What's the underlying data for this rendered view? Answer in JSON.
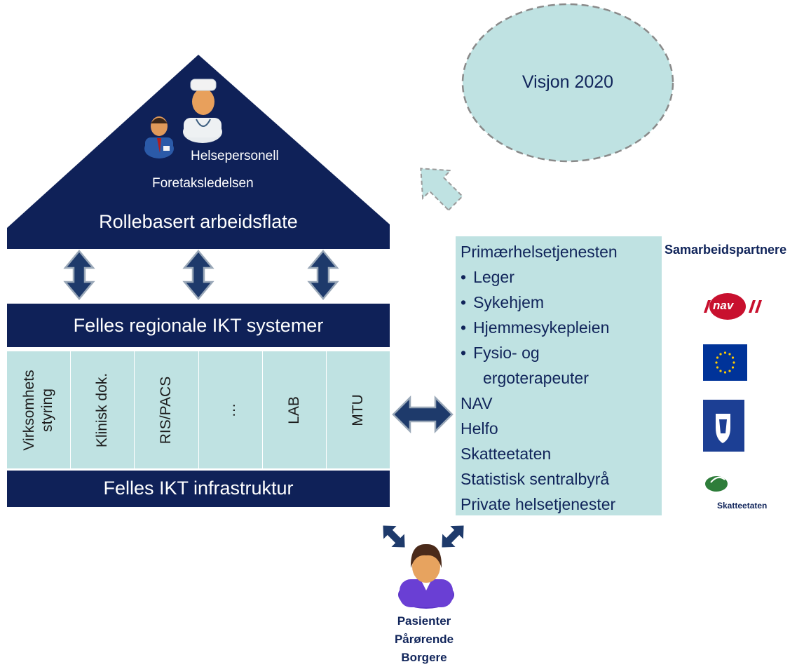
{
  "roof": {
    "title": "Rollebasert arbeidsflate",
    "role_1": "Helsepersonell",
    "role_2": "Foretaksledelsen"
  },
  "regional_systems": "Felles regionale IKT systemer",
  "modules": [
    "Virksomhets styring",
    "Klinisk dok.",
    "RIS/PACS",
    "…",
    "LAB",
    "MTU"
  ],
  "infrastructure": "Felles IKT infrastruktur",
  "vision": "Visjon 2020",
  "partners_box": {
    "heading": "Primærhelsetjenesten",
    "bullets": [
      "Leger",
      "Sykehjem",
      "Hjemmesykepleien",
      "Fysio- og"
    ],
    "bullet_continuation": "ergoterapeuter",
    "others": [
      "NAV",
      "Helfo",
      "Skatteetaten",
      "Statistisk sentralbyrå",
      "Private helsetjenester"
    ]
  },
  "samarbeidspartnere": {
    "title": "Samarbeidspartnere",
    "logos": [
      "nav-logo",
      "eu-flag-logo",
      "norwegian-coat-of-arms-logo",
      "skatteetaten-logo"
    ],
    "nav_logo_text": "nav",
    "skatteetaten_logo_text": "Skatteetaten"
  },
  "citizens": [
    "Pasienter",
    "Pårørende",
    "Borgere"
  ],
  "colors": {
    "navy": "#0f2158",
    "light_teal": "#bfe2e2",
    "text_navy": "#10245a",
    "nav_red": "#c8102e",
    "eu_blue": "#003399"
  }
}
